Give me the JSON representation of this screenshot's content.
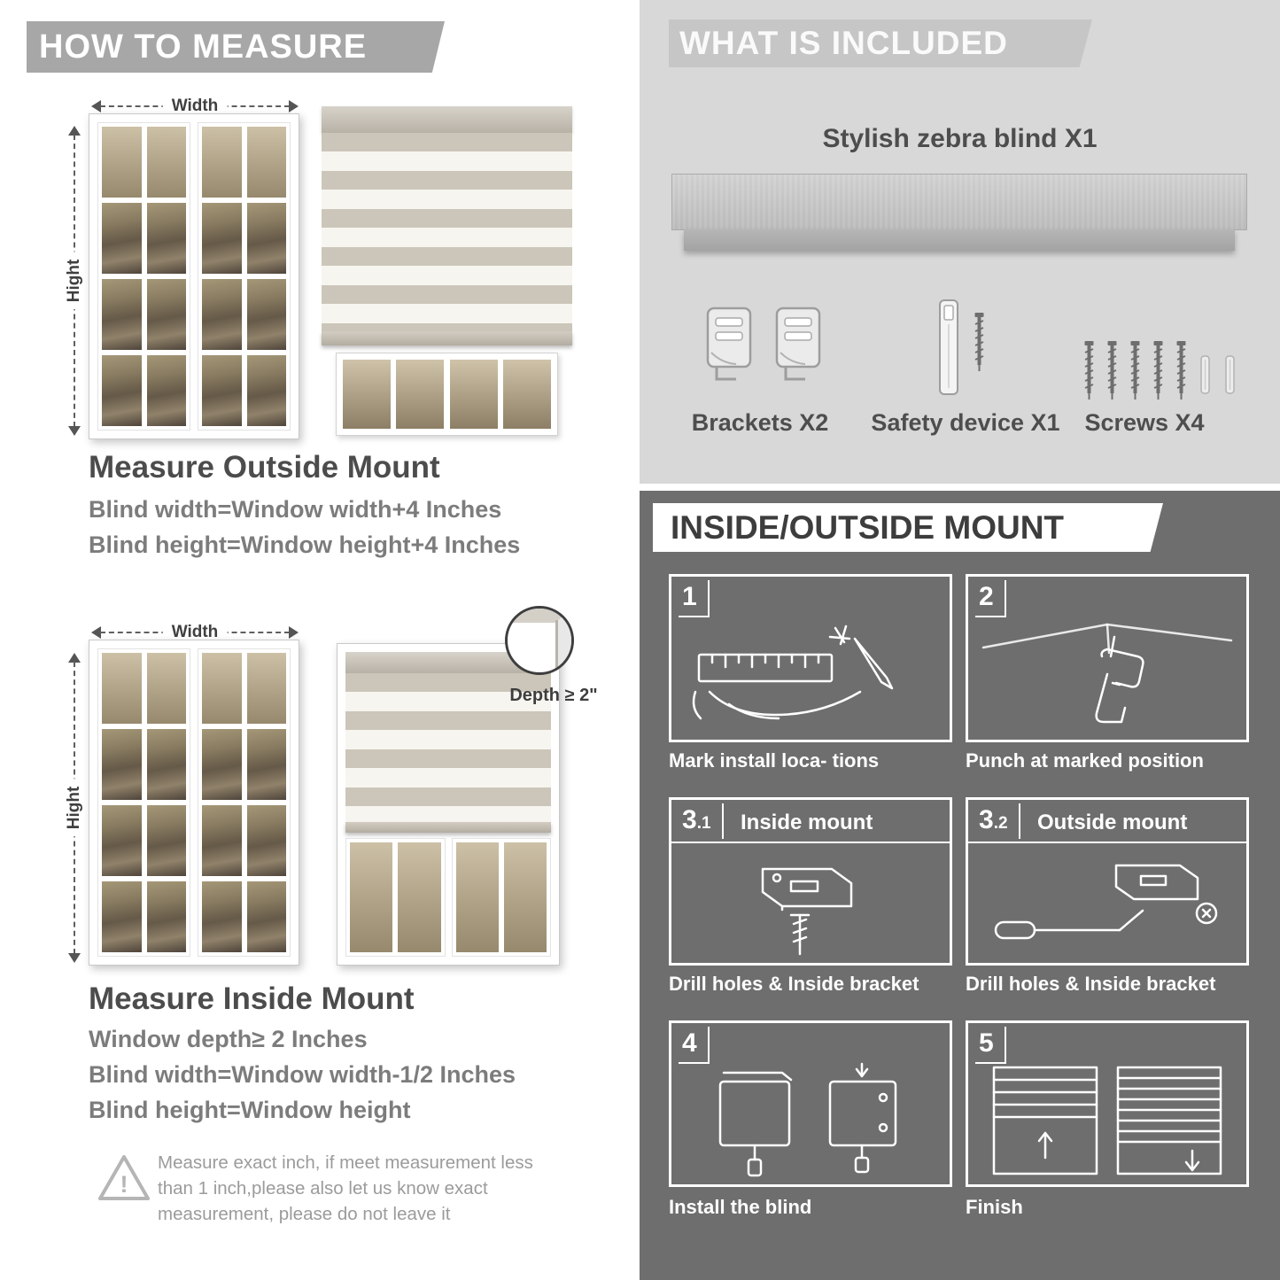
{
  "colors": {
    "left_banner": "#a7a7a7",
    "included_banner": "#c6c6c6",
    "included_bg": "#d8d8d8",
    "mount_bg": "#6e6e6e",
    "text_dark": "#4c4c4c",
    "text_gray": "#7c7c7c"
  },
  "how_to_measure": {
    "header": "HOW TO MEASURE",
    "width_label": "Width",
    "height_label": "Hight",
    "outside": {
      "title": "Measure Outside Mount",
      "lines": [
        "Blind width=Window width+4 Inches",
        "Blind height=Window height+4 Inches"
      ]
    },
    "inside": {
      "depth_callout": "Depth ≥ 2\"",
      "title": "Measure Inside Mount",
      "lines": [
        "Window depth≥ 2 Inches",
        "Blind width=Window width-1/2 Inches",
        "Blind height=Window height"
      ]
    },
    "warning_lines": [
      "Measure exact inch, if meet measurement less",
      "than 1 inch,please also let us know exact",
      "measurement, please do not leave it"
    ]
  },
  "included": {
    "header": "WHAT IS INCLUDED",
    "product": "Stylish zebra blind X1",
    "items": [
      {
        "label": "Brackets X2"
      },
      {
        "label": "Safety device X1"
      },
      {
        "label": "Screws X4"
      }
    ]
  },
  "mount_steps": {
    "header": "INSIDE/OUTSIDE MOUNT",
    "steps": [
      {
        "num": "1",
        "sub": "",
        "title": "",
        "caption": "Mark install loca- tions"
      },
      {
        "num": "2",
        "sub": "",
        "title": "",
        "caption": "Punch at  marked position"
      },
      {
        "num": "3",
        "sub": ".1",
        "title": "Inside mount",
        "caption": "Drill holes &  Inside bracket"
      },
      {
        "num": "3",
        "sub": ".2",
        "title": "Outside mount",
        "caption": "Drill holes &  Inside bracket"
      },
      {
        "num": "4",
        "sub": "",
        "title": "",
        "caption": "Install the blind"
      },
      {
        "num": "5",
        "sub": "",
        "title": "",
        "caption": "Finish"
      }
    ]
  }
}
